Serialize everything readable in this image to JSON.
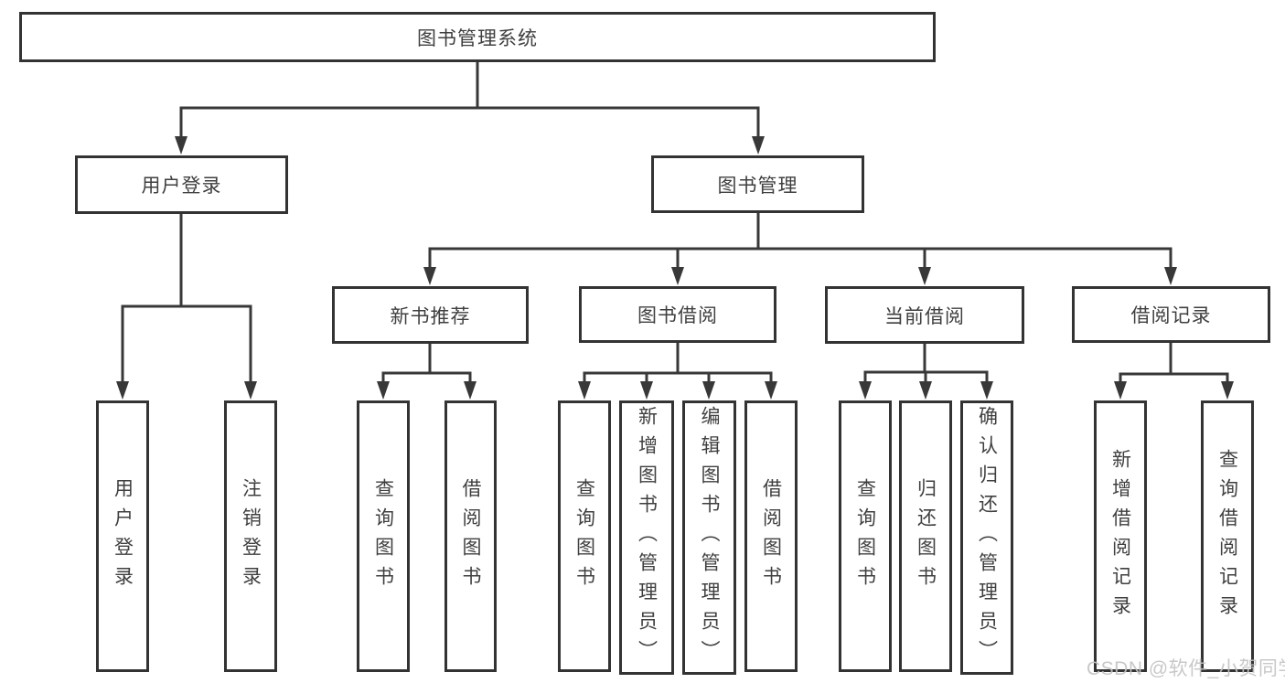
{
  "colors": {
    "line": "#383838",
    "box_border": "#333333",
    "box_fill": "#ffffff",
    "text": "#3f3f3f",
    "watermark": "#c3c3c3"
  },
  "watermark": "CSDN @软件_小贺同学",
  "tree": {
    "root": {
      "label": "图书管理系统"
    },
    "branches": [
      {
        "label": "用户登录",
        "children": [
          {
            "label": "用户登录"
          },
          {
            "label": "注销登录"
          }
        ]
      },
      {
        "label": "图书管理",
        "children": [
          {
            "label": "新书推荐",
            "children": [
              {
                "label": "查询图书"
              },
              {
                "label": "借阅图书"
              }
            ]
          },
          {
            "label": "图书借阅",
            "children": [
              {
                "label": "查询图书"
              },
              {
                "label": "新增图书（管理员）"
              },
              {
                "label": "编辑图书（管理员）"
              },
              {
                "label": "借阅图书"
              }
            ]
          },
          {
            "label": "当前借阅",
            "children": [
              {
                "label": "查询图书"
              },
              {
                "label": "归还图书"
              },
              {
                "label": "确认归还（管理员）"
              }
            ]
          },
          {
            "label": "借阅记录",
            "children": [
              {
                "label": "新增借阅记录"
              },
              {
                "label": "查询借阅记录"
              }
            ]
          }
        ]
      }
    ]
  }
}
